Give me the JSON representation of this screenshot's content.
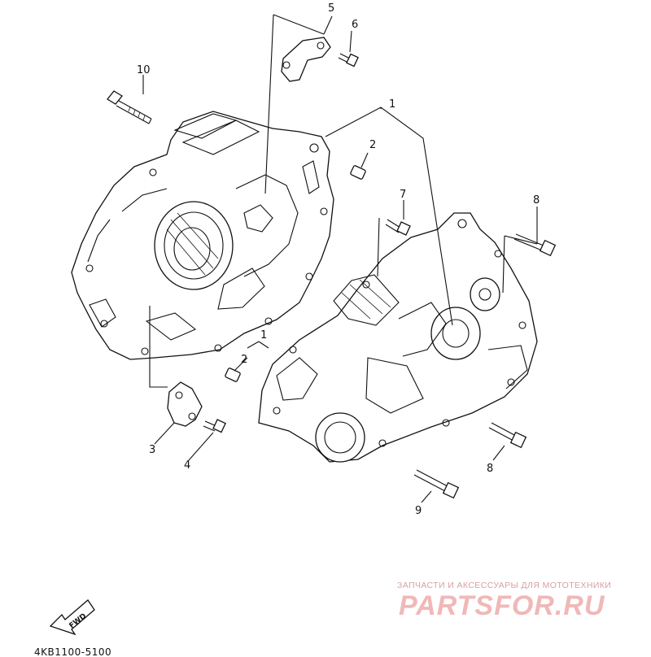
{
  "diagram": {
    "callouts": {
      "c1_upper": "1",
      "c2_upper": "2",
      "c1_lower": "1",
      "c2_lower": "2",
      "c3": "3",
      "c4": "4",
      "c5": "5",
      "c6": "6",
      "c7": "7",
      "c8_upper": "8",
      "c8_lower": "8",
      "c9": "9",
      "c10": "10"
    },
    "part_code": "4KB1100-5100",
    "fwd_label": "FWD"
  },
  "watermark": {
    "tagline": "ЗАПЧАСТИ И АКСЕССУАРЫ ДЛЯ МОТОТЕХНИКИ",
    "brand": "PARTSFOR.RU",
    "color": "#f0b8b8"
  }
}
